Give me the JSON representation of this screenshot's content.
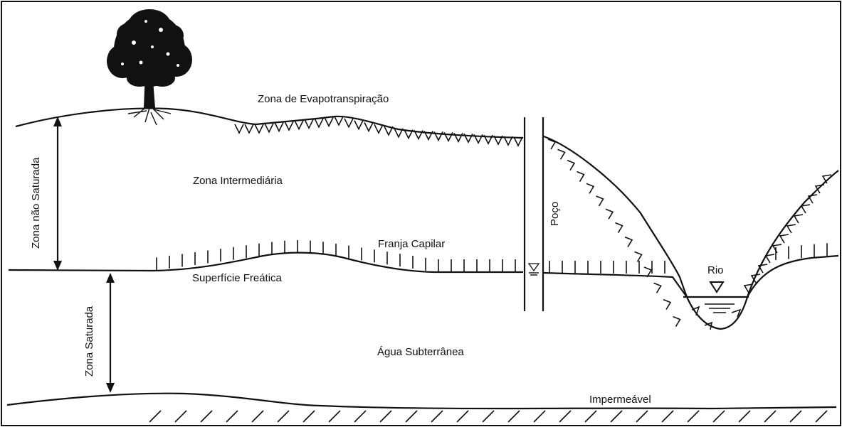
{
  "labels": {
    "evapotranspiration_zone": "Zona de Evapotranspiração",
    "intermediate_zone": "Zona Intermediária",
    "capillary_fringe": "Franja Capilar",
    "water_table": "Superfície Freática",
    "well": "Poço",
    "river": "Rio",
    "groundwater": "Água Subterrânea",
    "impermeable": "Impermeável",
    "unsaturated_zone": "Zona não Saturada",
    "saturated_zone": "Zona Saturada"
  },
  "icons": {
    "tree": "tree-icon",
    "water_level_marker": "water-level-triangle-icon"
  },
  "colors": {
    "ink": "#111111",
    "background": "#ffffff"
  }
}
